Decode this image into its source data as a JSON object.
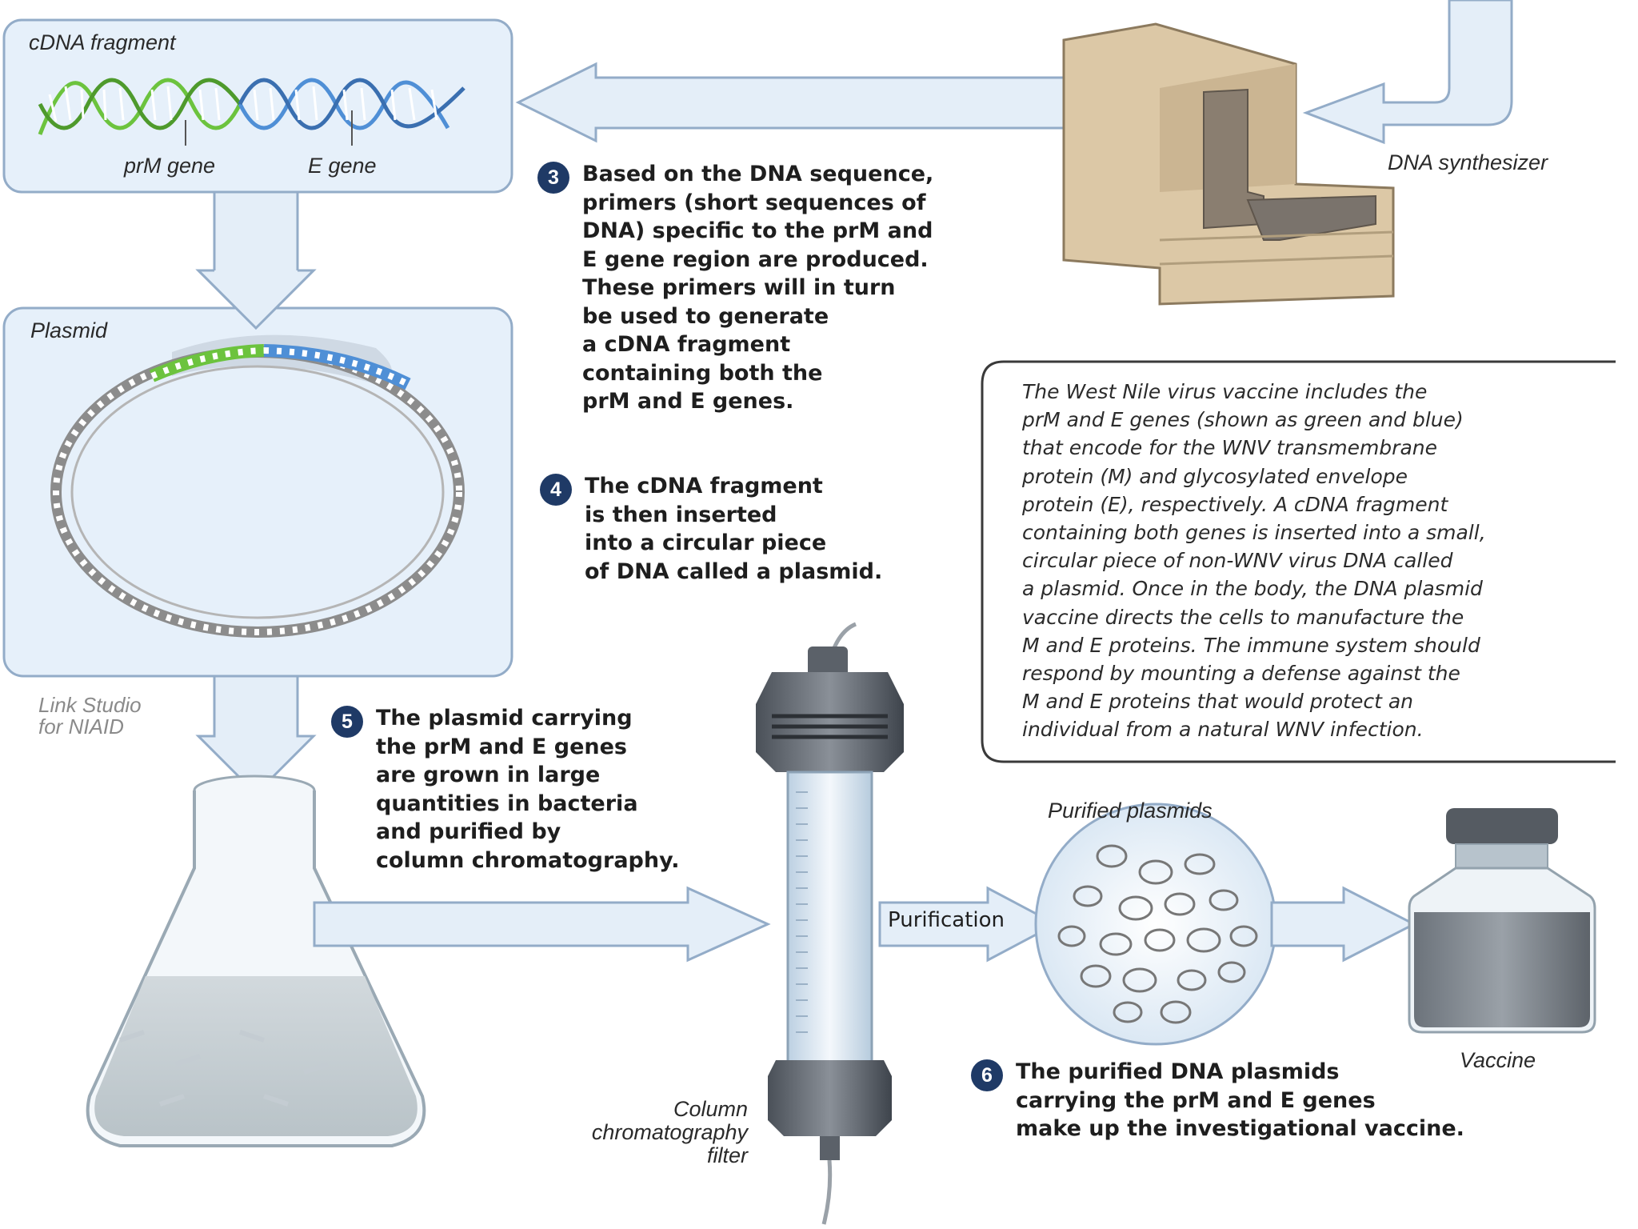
{
  "labels": {
    "cdna_fragment": "cDNA fragment",
    "prm_gene": "prM gene",
    "e_gene": "E gene",
    "plasmid": "Plasmid",
    "dna_synthesizer": "DNA synthesizer",
    "credit": "Link Studio\nfor NIAID",
    "purified_plasmids": "Purified plasmids",
    "purification": "Purification",
    "vaccine": "Vaccine",
    "column_filter": "Column\nchromatography\nfilter"
  },
  "steps": [
    {
      "num": "3",
      "text": "Based on the DNA sequence,\nprimers (short sequences of\nDNA) specific to the prM and\nE gene region are produced.\nThese primers will in turn\nbe used to generate\na cDNA fragment\ncontaining both the\nprM and E genes."
    },
    {
      "num": "4",
      "text": "The cDNA fragment\nis then inserted\ninto a circular piece\nof DNA called a plasmid."
    },
    {
      "num": "5",
      "text": "The plasmid carrying\nthe prM and E genes\nare grown in large\nquantities in bacteria\nand purified by\ncolumn chromatography."
    },
    {
      "num": "6",
      "text": "The purified DNA plasmids\ncarrying the prM and E genes\nmake up the investigational vaccine."
    }
  ],
  "note": "The West Nile virus vaccine includes the\nprM and E genes (shown as green and blue)\nthat encode for the WNV transmembrane\nprotein (M) and glycosylated envelope\nprotein (E), respectively. A cDNA fragment\ncontaining both genes is inserted into a small,\ncircular piece of non-WNV virus DNA called\na plasmid. Once in the body, the DNA plasmid\nvaccine directs the cells to manufacture the\nM and E proteins. The immune system should\nrespond by mounting a defense against the\nM and E proteins that would protect an\nindividual from a natural WNV infection.",
  "colors": {
    "arrow_fill": "#e4eef8",
    "arrow_stroke": "#93acc8",
    "panel_fill": "#e6f0fa",
    "gene_green": "#6cc33e",
    "gene_blue": "#4f8fd6",
    "step_badge": "#1f3a66",
    "machine": "#dcc8a6"
  }
}
